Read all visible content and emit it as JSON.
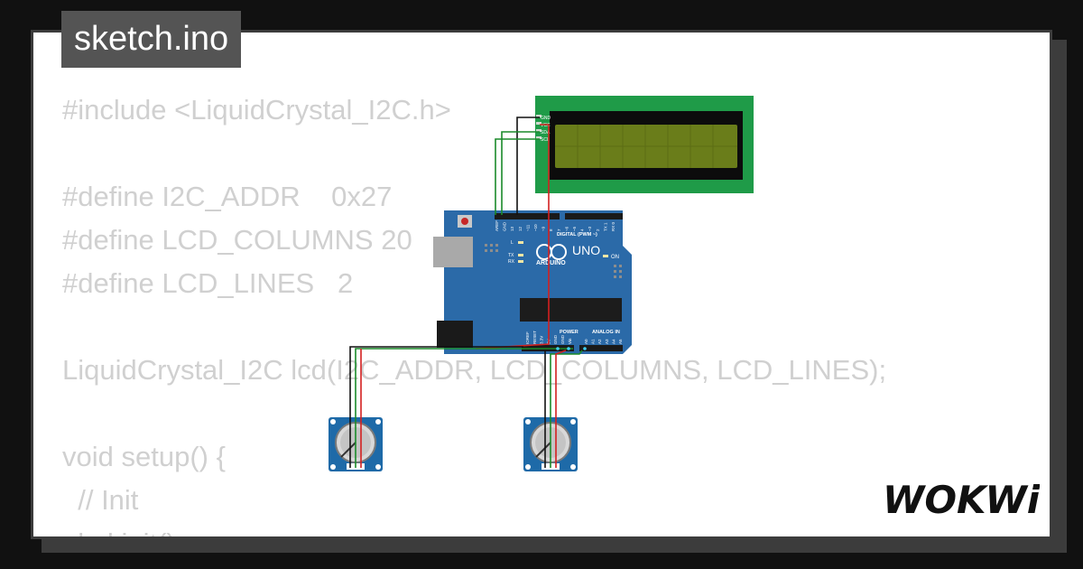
{
  "tab": {
    "filename": "sketch.ino"
  },
  "code_lines": [
    "#include <LiquidCrystal_I2C.h>",
    "",
    "#define I2C_ADDR    0x27",
    "#define LCD_COLUMNS 20",
    "#define LCD_LINES   2",
    "",
    "LiquidCrystal_I2C lcd(I2C_ADDR, LCD_COLUMNS, LCD_LINES);",
    "",
    "void setup() {",
    "  // Init",
    "  lcd.init();"
  ],
  "board": {
    "brand": "ARDUINO",
    "model": "UNO",
    "on_label": "ON",
    "digital_label": "DIGITAL (PWM ~)",
    "power_label": "POWER",
    "analog_label": "ANALOG IN",
    "led_labels": [
      "L",
      "TX",
      "RX"
    ],
    "digital_pin_labels": [
      "AREF",
      "GND",
      "13",
      "12",
      "~11",
      "~10",
      "~9",
      "8",
      "7",
      "~6",
      "~5",
      "4",
      "~3",
      "2",
      "TX 1",
      "RX 0"
    ],
    "power_pin_labels": [
      "IOREF",
      "RESET",
      "3.3V",
      "5V",
      "GND",
      "GND",
      "Vin"
    ],
    "analog_pin_labels": [
      "A0",
      "A1",
      "A2",
      "A3",
      "A4",
      "A5"
    ]
  },
  "lcd": {
    "pin_labels": [
      "GND",
      "VCC",
      "SDA",
      "SCL"
    ]
  },
  "logo": {
    "text": "WOKWi"
  },
  "colors": {
    "page_background": "#111111",
    "card_background": "#ffffff",
    "card_border": "#3c3c3c",
    "tab_background": "#545454",
    "code_text": "#d0d0d0",
    "board_blue": "#2b6aa8",
    "lcd_green": "#1f9b48",
    "lcd_screen": "#6a7d1a",
    "wire_red": "#d42020",
    "wire_green": "#1a8a2a",
    "wire_black": "#111111",
    "potentiometer_blue": "#1e6aa8"
  }
}
